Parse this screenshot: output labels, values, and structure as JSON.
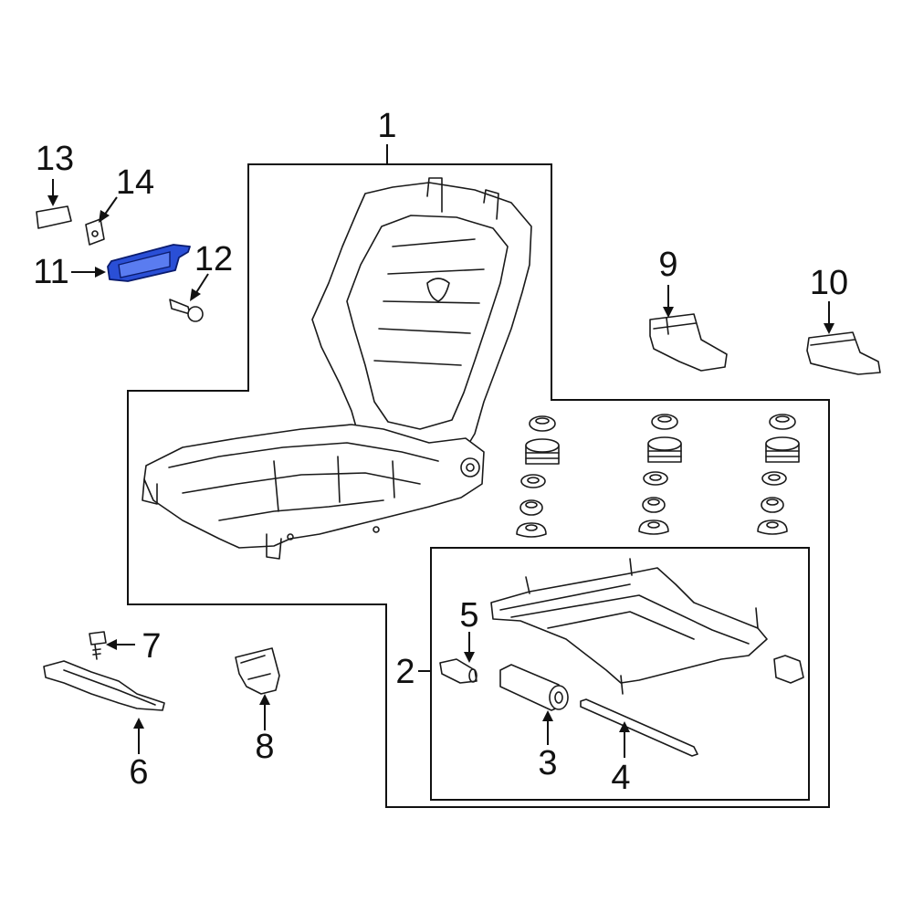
{
  "callouts": {
    "c1": "1",
    "c2": "2",
    "c3": "3",
    "c4": "4",
    "c5": "5",
    "c6": "6",
    "c7": "7",
    "c8": "8",
    "c9": "9",
    "c10": "10",
    "c11": "11",
    "c12": "12",
    "c13": "13",
    "c14": "14"
  },
  "highlight": {
    "part": "11",
    "color": "#2a4fd6"
  }
}
